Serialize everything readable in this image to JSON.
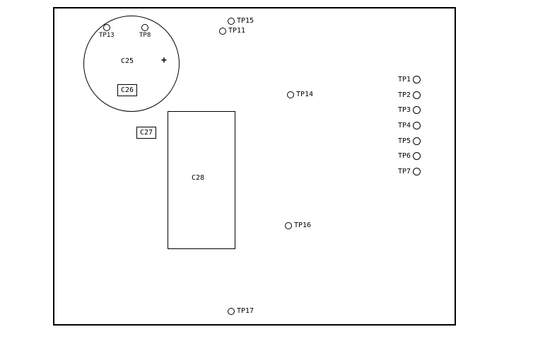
{
  "diagram": {
    "components": {
      "c25": {
        "label": "C25",
        "polarity": "+"
      },
      "c26": {
        "label": "C26"
      },
      "c27": {
        "label": "C27"
      },
      "c28": {
        "label": "C28"
      }
    },
    "testpoints": {
      "tp1": "TP1",
      "tp2": "TP2",
      "tp3": "TP3",
      "tp4": "TP4",
      "tp5": "TP5",
      "tp6": "TP6",
      "tp7": "TP7",
      "tp8": "TP8",
      "tp11": "TP11",
      "tp13": "TP13",
      "tp14": "TP14",
      "tp15": "TP15",
      "tp16": "TP16",
      "tp17": "TP17"
    },
    "colors": {
      "line": "#000000",
      "background": "#ffffff"
    }
  }
}
